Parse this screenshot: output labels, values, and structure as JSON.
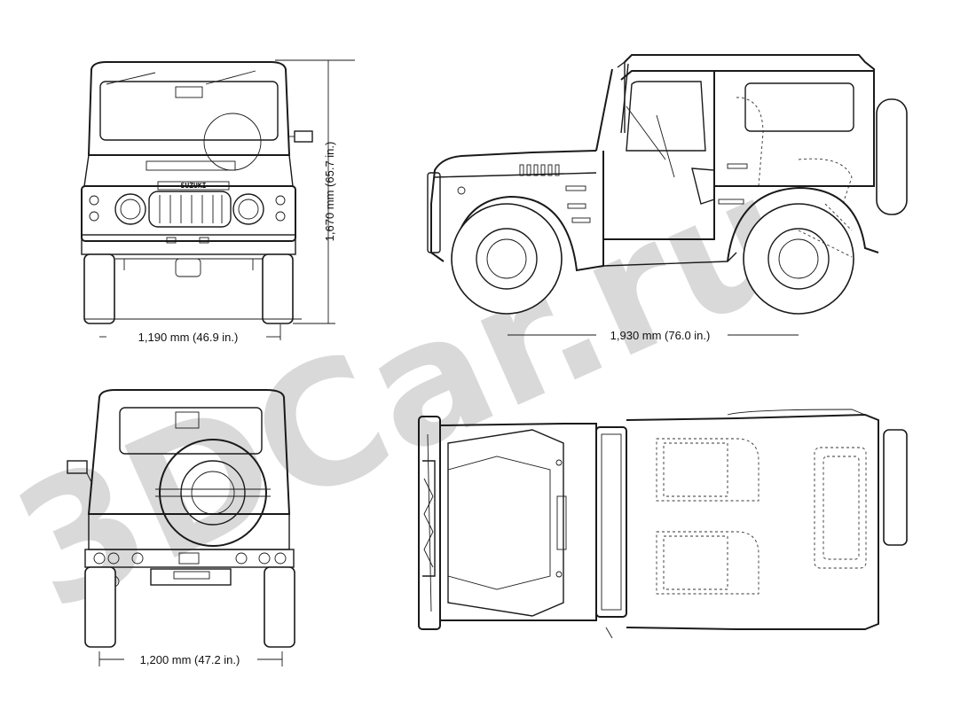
{
  "watermark": "3DCar.ru",
  "views": {
    "front": {
      "grille_badge": "SUZUKI",
      "width_dimension": "1,190 mm (46.9 in.)",
      "height_dimension": "1,670 mm (65.7 in.)"
    },
    "side": {
      "wheelbase_dimension": "1,930 mm (76.0 in.)"
    },
    "rear": {
      "width_dimension": "1,200 mm (47.2 in.)"
    },
    "top": {}
  }
}
